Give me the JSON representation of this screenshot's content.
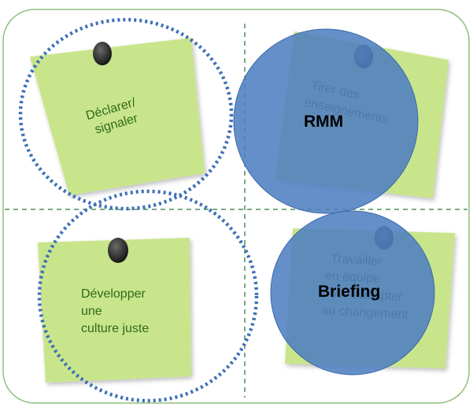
{
  "colors": {
    "frame_stroke": "#8fbf7a",
    "divider": "#4f8f5a",
    "note_fill": "#c9e58c",
    "note_text": "#2e6b1a",
    "pin": "#2a2a2a",
    "dotted_circle": "#3b6fb6",
    "blue_circle": "#4f7fc0",
    "faded_text": "#4a79ad"
  },
  "notes": {
    "declarer": {
      "lines": [
        "Déclarer/",
        "signaler"
      ]
    },
    "developper": {
      "lines": [
        "Développer",
        "une",
        "culture juste"
      ]
    },
    "tirer": {
      "lines": [
        "Tirer des",
        "enseignements"
      ]
    },
    "travailler": {
      "lines": [
        "Travailler",
        "en équipe",
        "pour s'adapter",
        "au changement"
      ]
    }
  },
  "circles": {
    "rmm": {
      "label": "RMM"
    },
    "briefing": {
      "label": "Briefing"
    }
  }
}
